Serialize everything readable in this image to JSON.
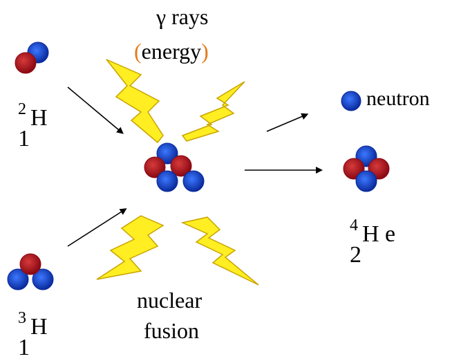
{
  "colors": {
    "proton": "#8b0a14",
    "proton_highlight": "#d63a3a",
    "neutron": "#0a2a9c",
    "neutron_highlight": "#3c78ff",
    "lightning_fill": "#ffee22",
    "lightning_stroke": "#c9a300",
    "energy_paren": "#e57a1a",
    "arrow": "#000000"
  },
  "title": {
    "gamma_symbol": "γ",
    "rays": "rays",
    "open_paren": "(",
    "energy": "energy",
    "close_paren": ")"
  },
  "process_label": {
    "line1": "nuclear",
    "line2": "fusion"
  },
  "deuterium": {
    "mass_number": "2",
    "symbol": "H",
    "atomic_number": "1"
  },
  "tritium": {
    "mass_number": "3",
    "symbol": "H",
    "atomic_number": "1"
  },
  "helium": {
    "mass_number": "4",
    "symbol": "H e",
    "atomic_number": "2"
  },
  "neutron_label": "neutron"
}
